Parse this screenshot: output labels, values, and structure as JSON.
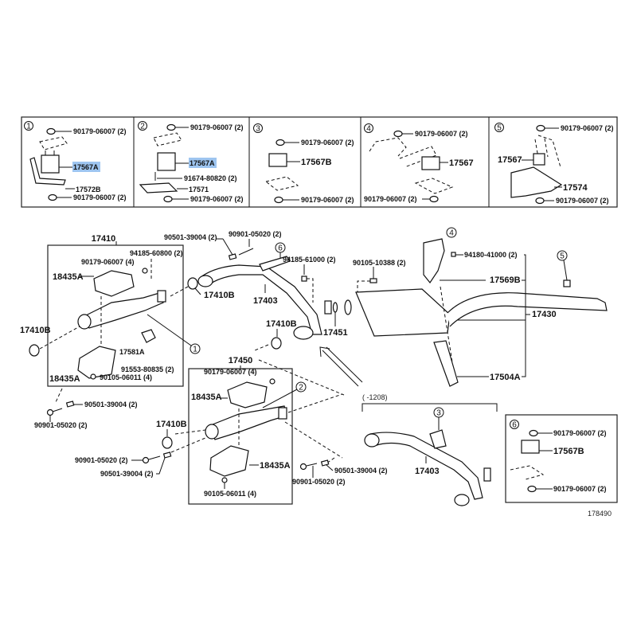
{
  "diagram": {
    "figure_id": "178490",
    "highlight_color": "#9ec5f0",
    "detail_panels": [
      {
        "num": "1",
        "labels": {
          "nut_top": "90179-06007 (2)",
          "mount": "17567A",
          "bracket": "17572B",
          "nut_bottom": "90179-06007 (2)"
        }
      },
      {
        "num": "2",
        "labels": {
          "nut_top": "90179-06007 (2)",
          "mount": "17567A",
          "bolt": "91674-80820 (2)",
          "bracket": "17571",
          "nut_bottom": "90179-06007 (2)"
        }
      },
      {
        "num": "3",
        "labels": {
          "nut_top": "90179-06007 (2)",
          "mount": "17567B",
          "nut_bottom": "90179-06007 (2)"
        }
      },
      {
        "num": "4",
        "labels": {
          "nut_top": "90179-06007 (2)",
          "mount": "17567",
          "nut_bottom": "90179-06007 (2)"
        }
      },
      {
        "num": "5",
        "labels": {
          "nut_top": "90179-06007 (2)",
          "mount": "17567",
          "bracket": "17574",
          "nut_bottom": "90179-06007 (2)"
        }
      }
    ],
    "main": {
      "conv1_group": "17410",
      "conv1_nut": "94185-60800 (2)",
      "conv1_cap_nut": "90179-06007 (4)",
      "conv1_shield_top": "18435A",
      "conv1_gasket_left": "17410B",
      "conv1_stay": "17581A",
      "conv1_bolt": "91553-80835 (2)",
      "conv1_shield_bottom": "18435A",
      "conv1_screw": "90105-06011 (4)",
      "conv1_callout": "1",
      "stud_a": "90501-39004 (2)",
      "bolt_a": "90901-05020 (2)",
      "stud_b": "90501-39004 (2)",
      "bolt_b": "90901-05020 (2)",
      "pipe_gasket_1": "17410B",
      "pipe_gasket_2": "17410B",
      "front_pipe": "17403",
      "front_pipe_callout": "6",
      "front_pipe_nut": "94185-61000 (2)",
      "gasket_ring": "17451",
      "muffler_bolt": "90105-10388 (2)",
      "muffler_callout": "4",
      "muffler_nut": "94180-41000 (2)",
      "muffler_hanger": "17569B",
      "tail_callout": "5",
      "tail_pipe": "17430",
      "muffler_band": "17504A",
      "conv2_group": "17450",
      "conv2_cap_nut": "90179-06007 (4)",
      "conv2_shield_top": "18435A",
      "conv2_callout": "2",
      "conv2_gasket": "17410B",
      "conv2_bolt_left": "90901-05020 (2)",
      "conv2_stud_left": "90501-39004 (2)",
      "conv2_shield_bottom": "18435A",
      "conv2_screw": "90105-06011 (4)",
      "conv2_stud_right": "90501-39004 (2)",
      "conv2_bolt_right": "90901-05020 (2)",
      "alt_range": "(      -1208)",
      "alt_pipe": "17403",
      "alt_callout": "3"
    },
    "detail_panel_6": {
      "num": "6",
      "labels": {
        "nut_top": "90179-06007 (2)",
        "mount": "17567B",
        "nut_bottom": "90179-06007 (2)"
      }
    }
  }
}
